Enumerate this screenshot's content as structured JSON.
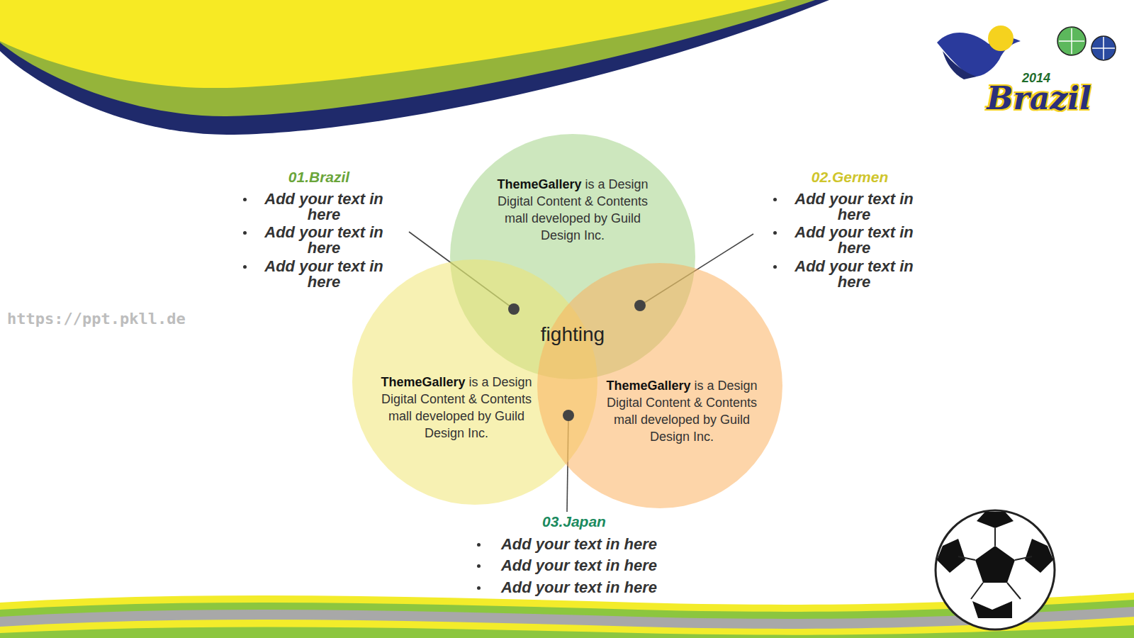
{
  "diagram": {
    "nodes": [
      {
        "text": [
          "ThemeGallery",
          "is a Design Digital Content & Contents mall developed by Guild Design Inc."
        ]
      },
      {
        "text": [
          "ThemeGallery",
          "is a Design Digital Content & Contents mall developed by Guild Design Inc."
        ]
      },
      {
        "text": [
          "ThemeGallery",
          "is a Design Digital Content & Contents mall developed by Guild Design Inc."
        ]
      }
    ],
    "labels": [
      "01.Brazil",
      "Add your text in here",
      "Add your text in here",
      "Add your text in here",
      "02.Germen",
      "Add your text in here",
      "Add your text in here",
      "Add your text in here",
      "03.Japan",
      "Add your text in here",
      "Add your text in here",
      "Add your text in here",
      "fighting",
      "https://ppt.pkll.de",
      "2014",
      "Brazil"
    ]
  }
}
